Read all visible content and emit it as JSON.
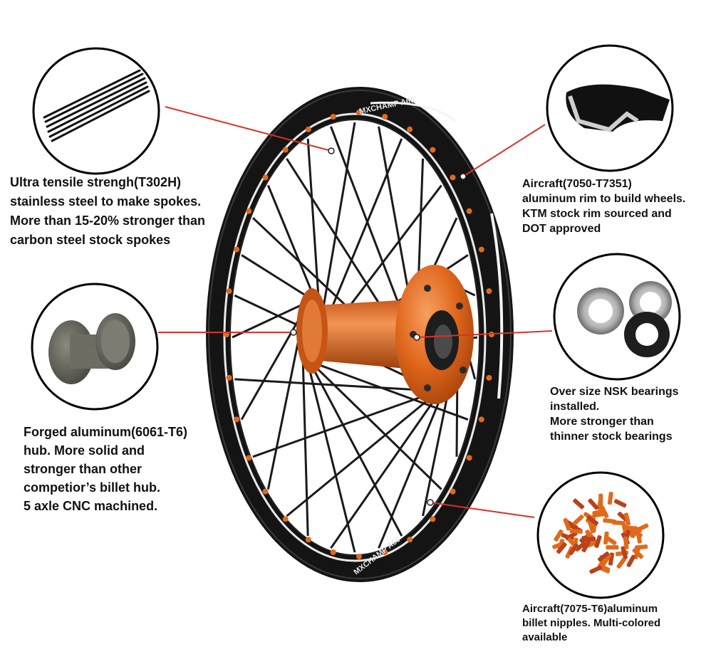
{
  "colors": {
    "accent_orange": "#e06a1c",
    "leader_red": "#d8322a",
    "rim_black": "#141414",
    "text": "#111111"
  },
  "rim_brand_text": "MXCHAMP A60",
  "callouts": {
    "spokes": {
      "icon": "spokes-bundle-icon",
      "lines": [
        "Ultra tensile strengh(T302H)",
        "stainless steel to make spokes.",
        "More than 15-20% stronger than",
        "carbon steel stock spokes"
      ]
    },
    "hub": {
      "icon": "forged-hub-blank-icon",
      "lines": [
        "Forged aluminum(6061-T6)",
        "hub. More solid and",
        "stronger than other",
        "competior’s billet hub.",
        "5 axle CNC machined."
      ]
    },
    "rim": {
      "icon": "rim-profile-icon",
      "lines": [
        "Aircraft(7050-T7351)",
        "aluminum rim to build wheels.",
        "KTM stock rim sourced and",
        "DOT approved"
      ]
    },
    "bearings": {
      "icon": "bearings-icon",
      "lines": [
        "Over size NSK bearings",
        "installed.",
        "More stronger than",
        "thinner stock bearings"
      ]
    },
    "nipples": {
      "icon": "nipples-pile-icon",
      "lines": [
        "Aircraft(7075-T6)aluminum",
        "billet nipples. Multi-colored",
        "available"
      ]
    }
  }
}
